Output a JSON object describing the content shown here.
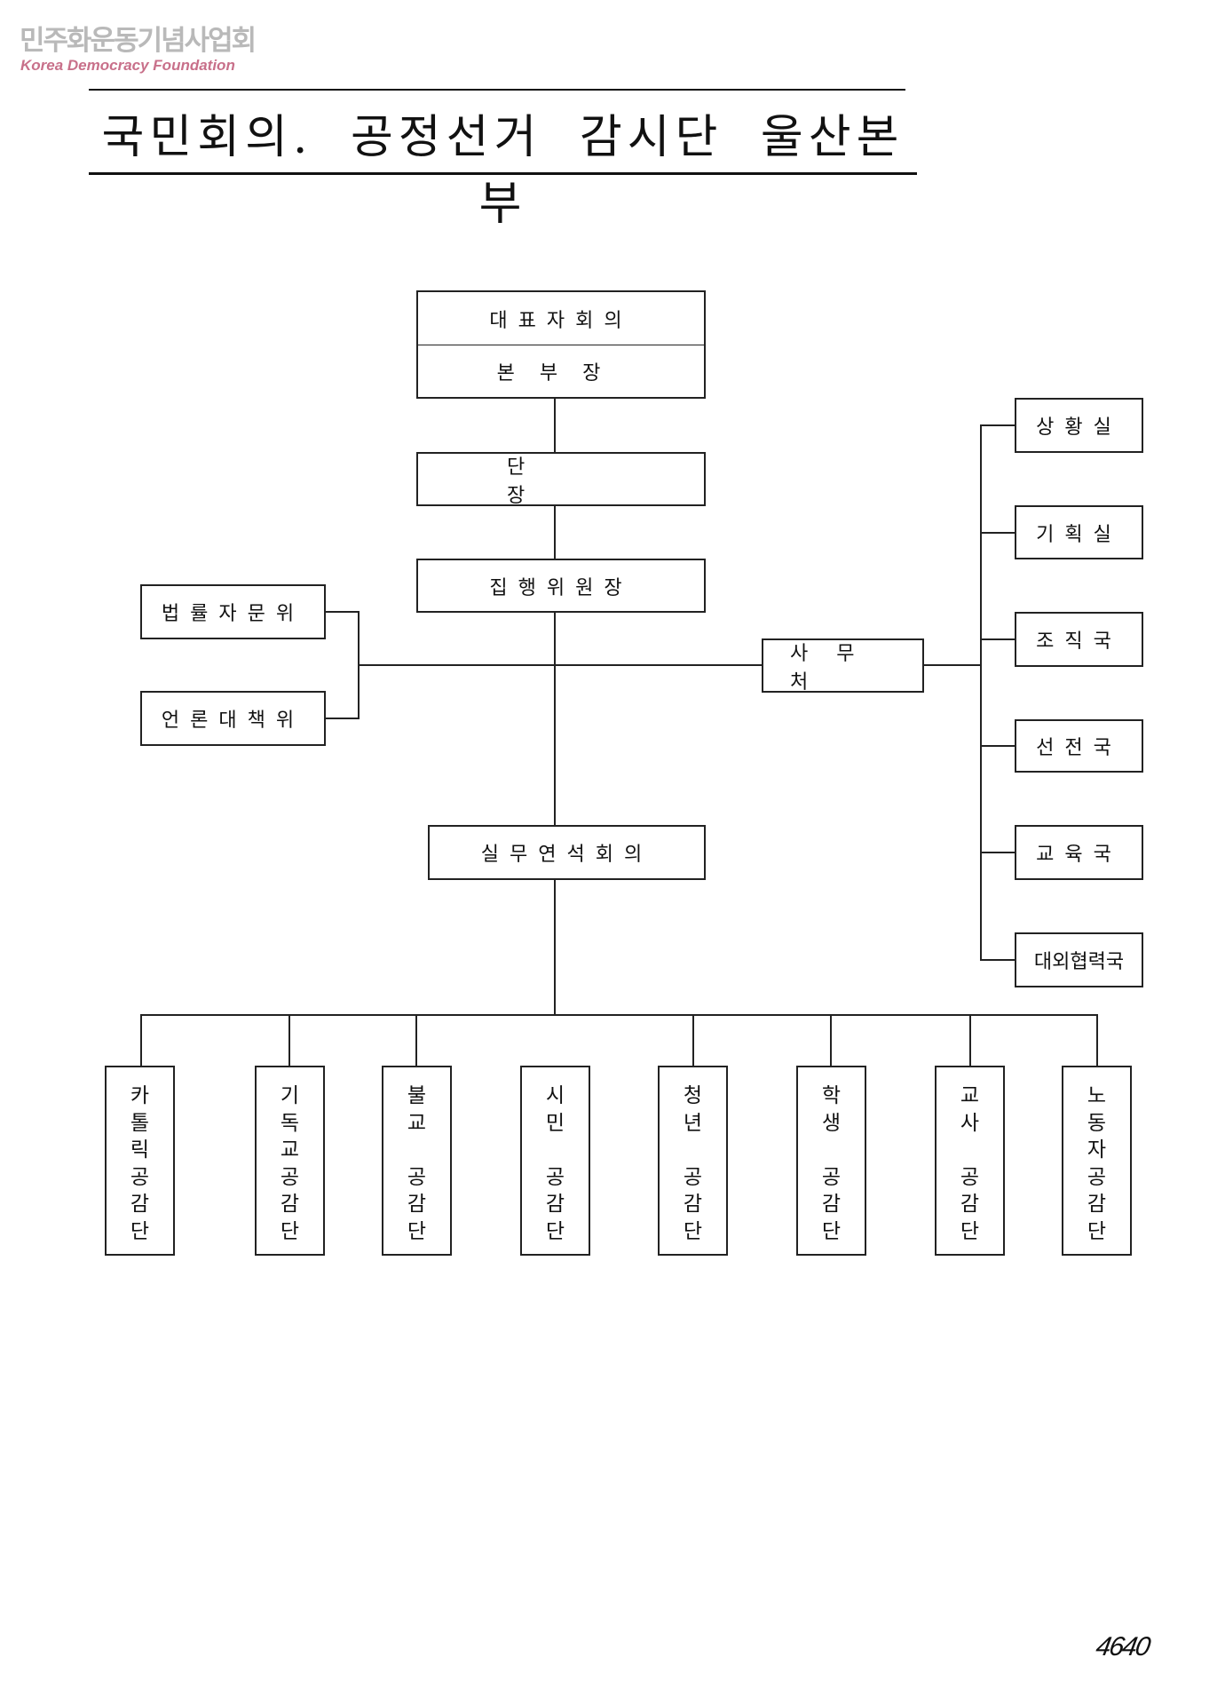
{
  "logo": {
    "korean": "민주화운동기념사업회",
    "english": "Korea Democracy Foundation"
  },
  "title": "국민회의. 공정선거 감시단 울산본부",
  "org": {
    "top": {
      "upper": "대표자회의",
      "lower": "본부장"
    },
    "leader": "단장",
    "executive_chair": "집행위원장",
    "committees": [
      "법률자문위",
      "언론대책위"
    ],
    "secretariat": "사무처",
    "departments": [
      "상황실",
      "기획실",
      "조직국",
      "선전국",
      "교육국",
      "대외협력국"
    ],
    "working_council": "실무연석회의",
    "units": [
      {
        "chars": [
          "카",
          "톨",
          "릭",
          "공",
          "감",
          "단"
        ]
      },
      {
        "chars": [
          "기",
          "독",
          "교",
          "공",
          "감",
          "단"
        ]
      },
      {
        "chars": [
          "불",
          "교",
          "",
          "공",
          "감",
          "단"
        ]
      },
      {
        "chars": [
          "시",
          "민",
          "",
          "공",
          "감",
          "단"
        ]
      },
      {
        "chars": [
          "청",
          "년",
          "",
          "공",
          "감",
          "단"
        ]
      },
      {
        "chars": [
          "학",
          "생",
          "",
          "공",
          "감",
          "단"
        ]
      },
      {
        "chars": [
          "교",
          "사",
          "",
          "공",
          "감",
          "단"
        ]
      },
      {
        "chars": [
          "노",
          "동",
          "자",
          "공",
          "감",
          "단"
        ]
      }
    ]
  },
  "page_number": "4640"
}
